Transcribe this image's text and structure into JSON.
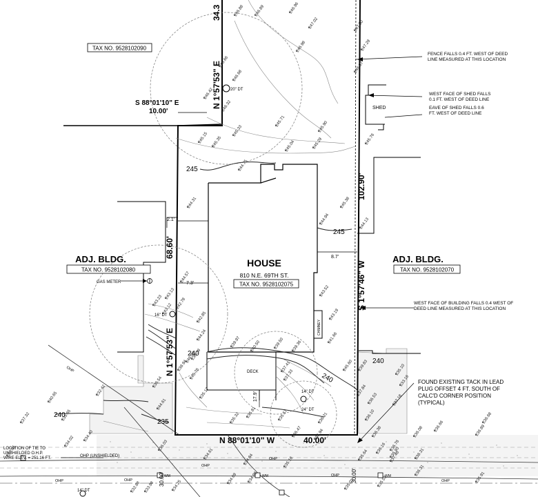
{
  "labels": {
    "house_title": "HOUSE",
    "house_address": "810 N.E. 69TH ST.",
    "house_tax": "TAX NO. 9528102075",
    "adj_left_title": "ADJ. BLDG.",
    "adj_left_tax": "TAX NO. 9528102080",
    "adj_right_title": "ADJ. BLDG.",
    "adj_right_tax": "TAX NO. 9528102070",
    "tax_top_left": "TAX NO. 9528102090",
    "shed": "SHED",
    "deck": "DECK",
    "chimney": "CHIMNEY",
    "gas_meter": "GAS METER",
    "bearing_top_s": "S 88°01'10\" E",
    "bearing_top_s_dist": "10.00'",
    "bearing_left_n_upper": "N 1°57'53\" E",
    "dist_top": "34.3",
    "dist_left": "68.60'",
    "bearing_left_n_lower": "N 1°57'53\" E",
    "bearing_right_s": "S 1°57'46\" W",
    "dist_right": "102.90'",
    "bearing_bottom": "N 88°01'10\" W",
    "dist_bottom": "40.00'",
    "dim_left_top": "2.1'",
    "dim_left_mid": "7.3'",
    "dim_right_mid": "8.7'",
    "dim_deck": "17.9'",
    "dim_30_left": "30.00'",
    "dim_30_right": "30.00'",
    "contour_245_a": "245",
    "contour_245_b": "245",
    "contour_240_a": "240",
    "contour_240_b": "240",
    "contour_240_c": "240",
    "contour_240_d": "240",
    "contour_235": "235",
    "tree_20": "20\" DT",
    "tree_16": "16\" DT",
    "tree_14": "14\" DT",
    "tree_24": "24\" DT",
    "tree_14b": "14\" DT",
    "wm": "WM",
    "ohp": "OHP",
    "ohp_unshielded": "OHP (UNSHIELDED)",
    "note_fence": [
      "FENCE FALLS 0.4 FT. WEST OF DEED",
      "LINE MEASURED AT THIS LOCATION"
    ],
    "note_shed_face": [
      "WEST FACE OF SHED FALLS",
      "0.1 FT. WEST OF DEED LINE"
    ],
    "note_shed_eave": [
      "EAVE OF SHED FALLS 0.6",
      "FT. WEST OF DEED LINE"
    ],
    "note_building": [
      "WEST FACE OF BUILDING FALLS 0.4 WEST OF",
      "DEED LINE MEASURED AT THIS LOCATION"
    ],
    "note_tack": [
      "FOUND EXISTING TACK IN LEAD",
      "PLUG OFFSET 4 FT. SOUTH OF",
      "CALC'D CORNER POSITION",
      "(TYPICAL)"
    ],
    "note_tie": [
      "LOCATION OF TIE TO",
      "UNSHIELDED O.H.P.",
      "WIRE ELEV. = 251.16 FT."
    ]
  },
  "spot_elevations": [
    "246.88",
    "246.89",
    "246.96",
    "247.02",
    "247.50",
    "247.29",
    "246.97",
    "246.98",
    "246.66",
    "246.68",
    "246.42",
    "246.32",
    "245.15",
    "245.33",
    "245.35",
    "245.71",
    "245.90",
    "245.76",
    "245.04",
    "245.29",
    "244.75",
    "244.94",
    "245.38",
    "244.13",
    "244.31",
    "244.57",
    "243.52",
    "243.23",
    "242.78",
    "243.19",
    "241.66",
    "239.83",
    "239.97",
    "240.50",
    "239.50",
    "239.36",
    "237.41",
    "237.33",
    "238.39",
    "238.94",
    "236.54",
    "235.17",
    "237.84",
    "236.53",
    "236.10",
    "235.32",
    "235.81",
    "235.57",
    "236.21",
    "236.47",
    "236.94",
    "234.84",
    "235.64",
    "235.93",
    "236.38",
    "236.08",
    "236.66",
    "236.89",
    "237.46",
    "238.31",
    "233.85",
    "237.32",
    "235.65",
    "234.40",
    "234.02",
    "234.61",
    "232.88",
    "234.69",
    "234.98",
    "235.16",
    "236.31",
    "235.91",
    "235.01",
    "235.53",
    "233.98",
    "234.25",
    "232.42",
    "236.03",
    "240.65",
    "243.13",
    "243.12",
    "242.85",
    "244.24",
    "248.00",
    "245.76",
    "244.61",
    "245.60",
    "236.68",
    "233.16",
    "236.76",
    "237.18",
    "236.16",
    "235.10"
  ]
}
